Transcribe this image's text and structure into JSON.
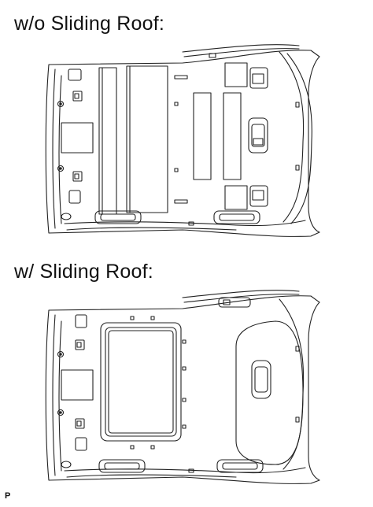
{
  "captions": {
    "without_sliding_roof": "w/o Sliding Roof:",
    "with_sliding_roof": "w/ Sliding Roof:"
  },
  "figure_code": "P"
}
